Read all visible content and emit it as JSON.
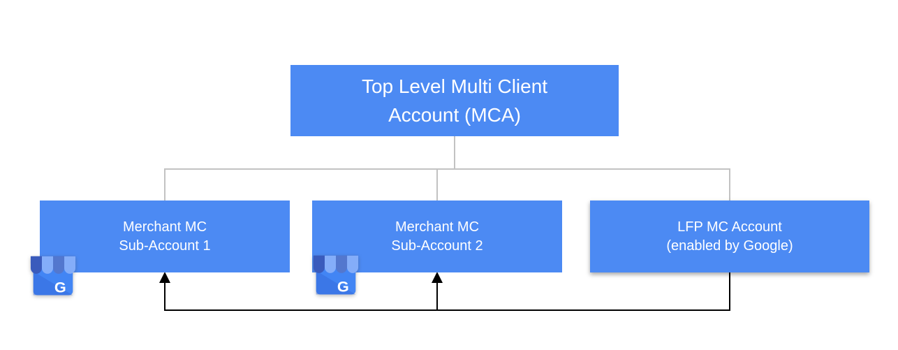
{
  "nodes": {
    "mca": {
      "line1": "Top Level Multi Client",
      "line2": "Account (MCA)"
    },
    "sub1": {
      "line1": "Merchant MC",
      "line2": "Sub-Account 1"
    },
    "sub2": {
      "line1": "Merchant MC",
      "line2": "Sub-Account 2"
    },
    "lfp": {
      "line1": "LFP MC Account",
      "line2": "(enabled by Google)"
    }
  },
  "icons": {
    "gmb_letter": "G"
  },
  "colors": {
    "node_fill": "#4C8AF3",
    "node_text": "#FFFFFF",
    "tree_connector": "#C2C2C2",
    "feed_connector": "#000000",
    "gmb_awning_dark": "#3A5BBC",
    "gmb_awning_mid": "#5377CE",
    "gmb_awning_light": "#84ADF9",
    "gmb_body": "#4285F4",
    "gmb_body_shade": "#3367D6",
    "gmb_letter_color": "#FFFFFF"
  }
}
